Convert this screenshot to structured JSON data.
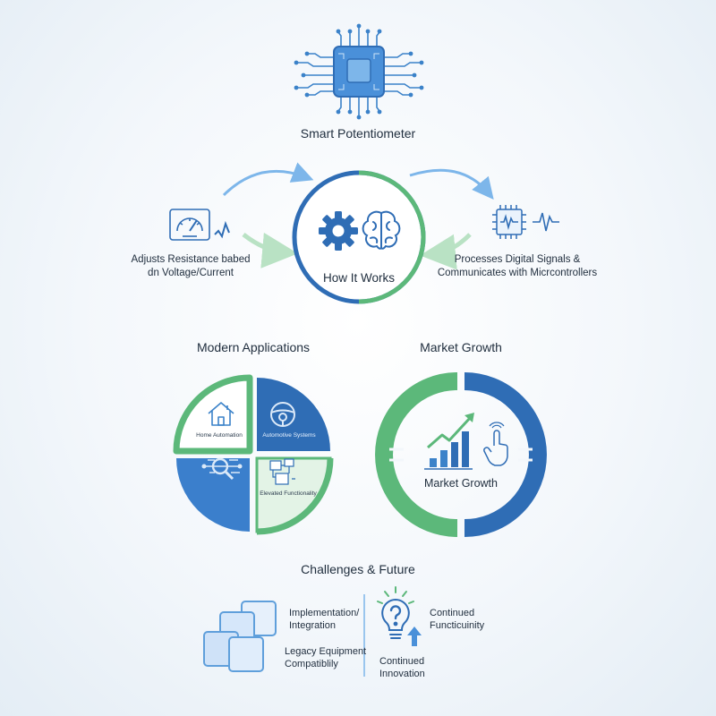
{
  "header": {
    "title": "Smart Potentiometer",
    "chip_icon": "microchip-icon"
  },
  "how_it_works": {
    "center_label": "How It Works",
    "left_label_line1": "Adjusts Resistance babed",
    "left_label_line2": "dn Voltage/Current",
    "right_label_line1": "Processes Digital Signals &",
    "right_label_line2": "Communicates with Micrcontrollers",
    "icons": [
      "gauge-icon",
      "gear-icon",
      "brain-icon",
      "signal-chip-icon"
    ]
  },
  "applications": {
    "title": "Modern Applications",
    "quadrants": [
      {
        "label": "Home Automation",
        "icon": "house-icon"
      },
      {
        "label": "Automotive Systems",
        "icon": "steering-wheel-icon"
      },
      {
        "label": "",
        "icon": "magnifier-network-icon"
      },
      {
        "label": "Elevated Functionality",
        "icon": "circuit-board-icon"
      }
    ]
  },
  "market": {
    "title": "Market Growth",
    "center_label": "Market Growth",
    "icons": [
      "bar-growth-icon",
      "pointer-hand-icon"
    ]
  },
  "challenges": {
    "title": "Challenges & Future",
    "left_item1_line1": "Implementation/",
    "left_item1_line2": "Integration",
    "left_item2_line1": "Legacy Equipment",
    "left_item2_line2": "Compatiblily",
    "right_item1_line1": "Continued",
    "right_item1_line2": "Functicuinity",
    "right_item2_line1": "Continued",
    "right_item2_line2": "Innovation"
  },
  "colors": {
    "blue": "#2f6db5",
    "light_blue": "#4a90d9",
    "green": "#5cb87a",
    "pale_green": "#e3f3e6",
    "dark_text": "#1f2d3d"
  }
}
